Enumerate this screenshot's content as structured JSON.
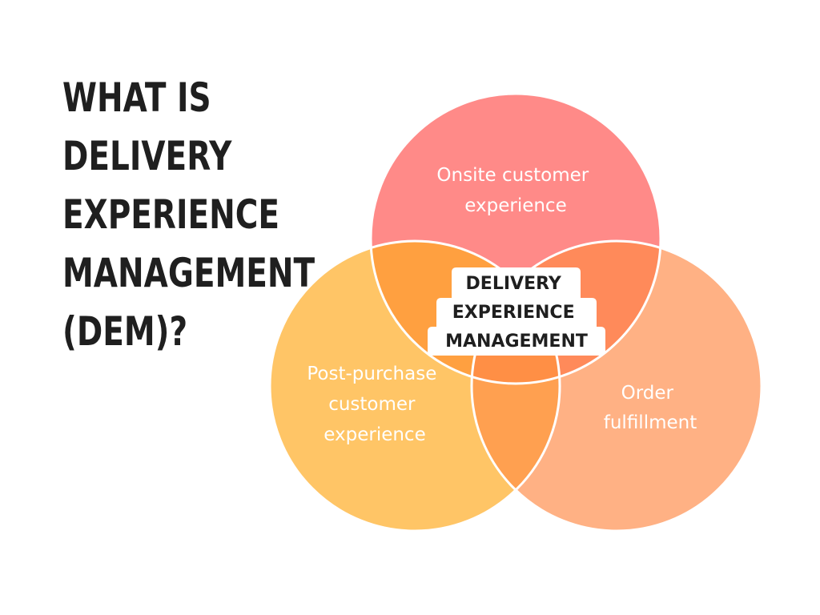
{
  "heading": {
    "lines": [
      "WHAT IS",
      "DELIVERY",
      "EXPERIENCE",
      "MANAGEMENT",
      "(DEM)?"
    ]
  },
  "venn": {
    "circles": [
      {
        "id": "onsite",
        "lines": [
          "Onsite customer",
          "experience"
        ],
        "color": "#FF8A88"
      },
      {
        "id": "post-purchase",
        "lines": [
          "Post-purchase",
          "customer",
          "experience"
        ],
        "color": "#FFC566"
      },
      {
        "id": "fulfillment",
        "lines": [
          "Order",
          "fulfillment"
        ],
        "color": "#FFB184"
      }
    ],
    "overlap_colors": {
      "onsite_post": "#FFA040",
      "onsite_fulfillment": "#FF8A5A",
      "post_fulfillment": "#FFA050",
      "center": "#FF8F45"
    },
    "center": {
      "lines": [
        "DELIVERY",
        "EXPERIENCE",
        "MANAGEMENT"
      ]
    }
  }
}
